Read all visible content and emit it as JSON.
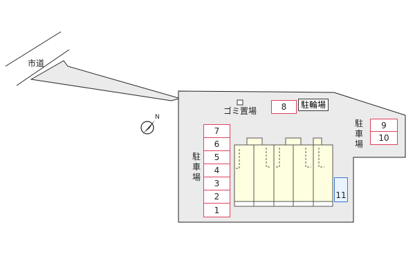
{
  "labels": {
    "city_road": "市道",
    "garbage": "ゴミ置場",
    "bicycle": "駐輪場",
    "parking_left": "駐車場",
    "parking_right": "駐車場"
  },
  "parking_left": [
    "7",
    "6",
    "5",
    "4",
    "3",
    "2",
    "1"
  ],
  "parking_top": "8",
  "parking_right": [
    "9",
    "10"
  ],
  "parking_blue": "11",
  "compass": {
    "label": "N"
  },
  "colors": {
    "lot_fill": "#ebebeb",
    "building_fill": "#fefee0",
    "parking_border": "#e0405a",
    "parking_blue_border": "#3a78d0",
    "parking_blue_fill": "#e8f3fd"
  }
}
